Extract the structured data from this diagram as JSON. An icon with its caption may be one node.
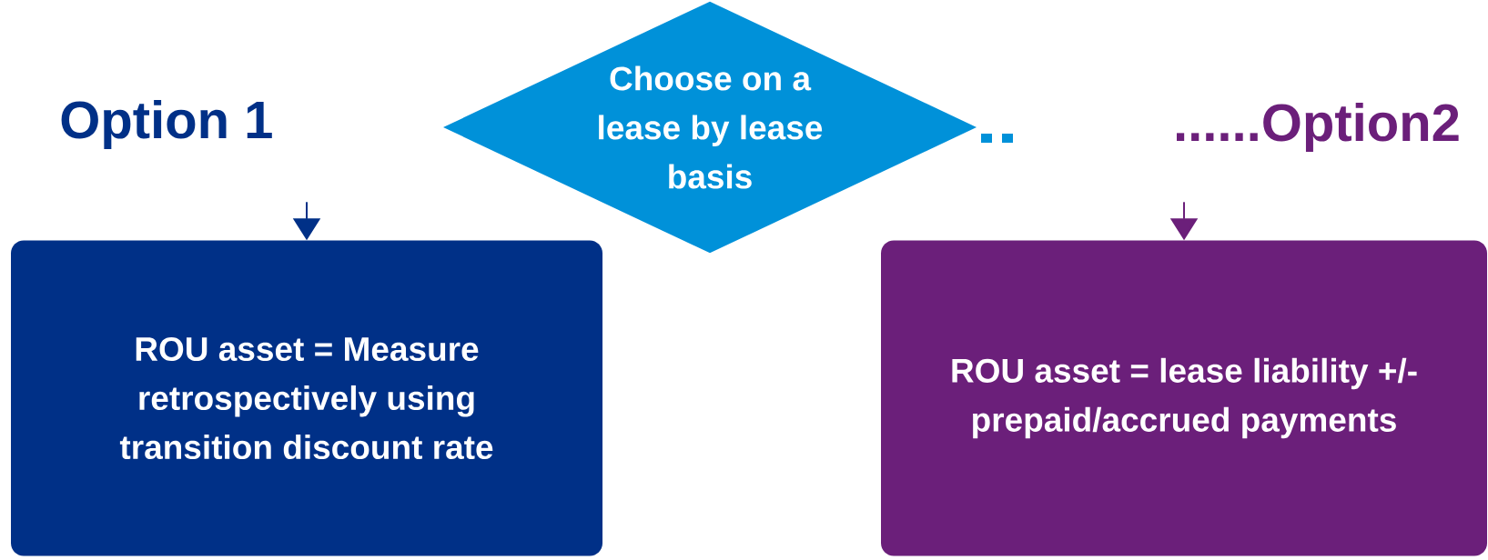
{
  "diagram": {
    "nodes": [
      {
        "text": [
          "Choose on a lease by lease basis"
        ]
      },
      {
        "text": [
          "ROU asset = Measure retrospectively using transition discount rate"
        ]
      },
      {
        "text": [
          "ROU asset = lease liability +/- prepaid/accrued payments"
        ]
      }
    ],
    "edges": [
      {
        "from": null,
        "to": 1,
        "arrow": "to"
      },
      {
        "from": null,
        "to": 2,
        "arrow": "to",
        "color": "#6b1f7a"
      }
    ],
    "labels": [
      "Option 1",
      "......Option2"
    ]
  }
}
